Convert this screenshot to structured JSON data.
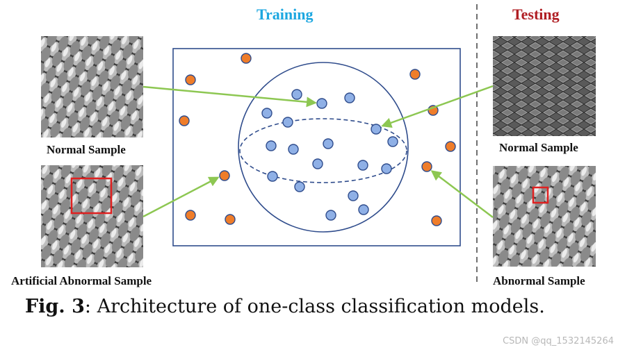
{
  "headings": {
    "training": "Training",
    "testing": "Testing"
  },
  "samples": {
    "normal_left": "Normal Sample",
    "artificial_abnormal": "Artificial Abnormal Sample",
    "normal_right": "Normal Sample",
    "abnormal_right": "Abnormal Sample"
  },
  "caption": {
    "prefix": "Fig. 3",
    "text": ": Architecture of one-class classification models."
  },
  "watermark": "CSDN @qq_1532145264",
  "colors": {
    "training": "#1da7e0",
    "testing": "#b01e23",
    "normal_point": "#8fb0e6",
    "anomaly_point": "#ef7d2a",
    "point_stroke": "#2f4c8c",
    "boundary": "#2f4c8c",
    "arrow": "#8dc752",
    "defect_box": "#e02020"
  }
}
